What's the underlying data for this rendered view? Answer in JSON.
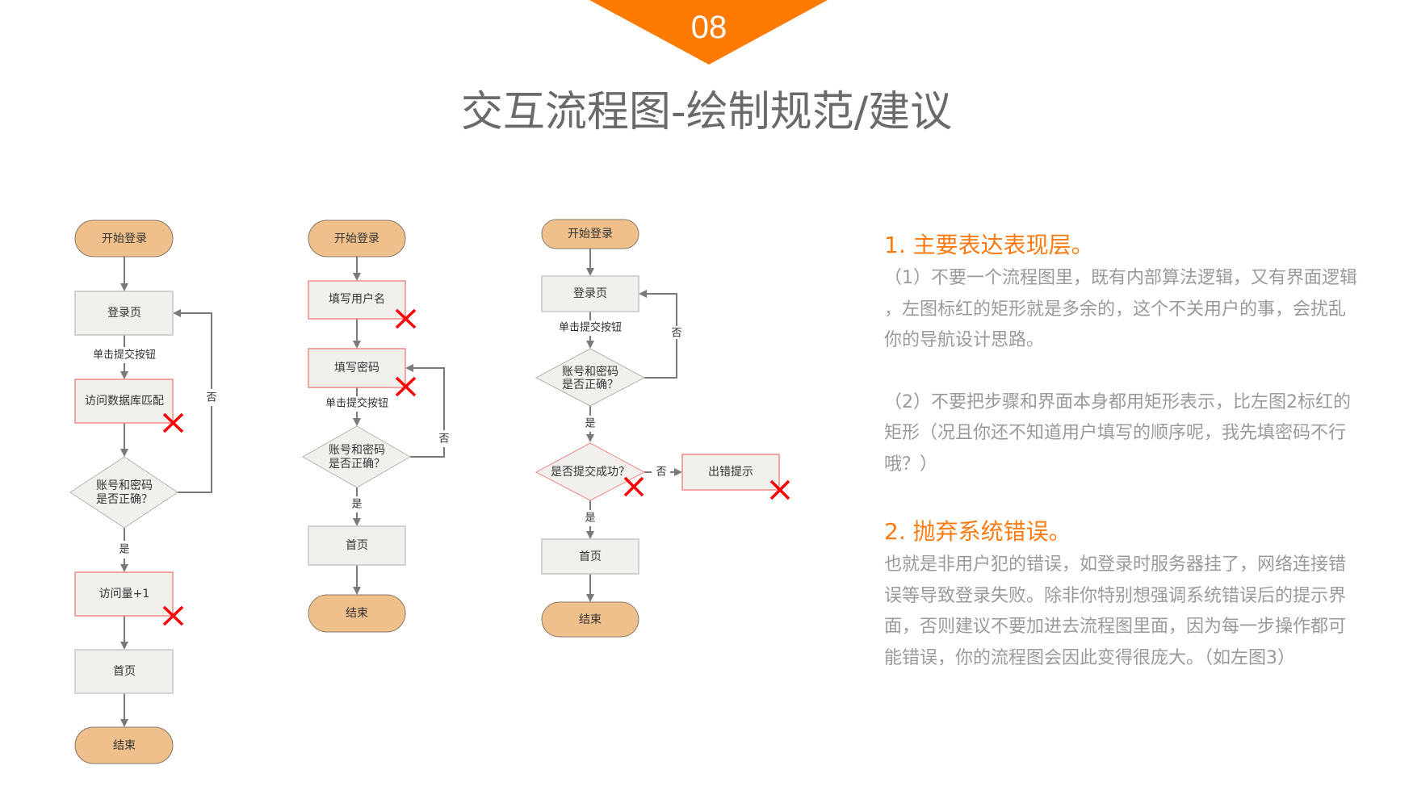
{
  "banner": {
    "number": "08",
    "color": "#ff7a00"
  },
  "title": "交互流程图-绘制规范/建议",
  "colors": {
    "terminal_fill": "#efc08c",
    "terminal_stroke": "#8a7a68",
    "process_fill": "#f2f0ec",
    "process_stroke": "#c8c6c2",
    "flag_stroke": "#f08a8a",
    "cross": "#ff0000",
    "arrow": "#7a7a7a"
  },
  "flowcharts": [
    {
      "id": "chart1",
      "nodes": [
        {
          "id": "start",
          "type": "terminal",
          "label": "开始登录"
        },
        {
          "id": "login",
          "type": "process",
          "label": "登录页"
        },
        {
          "id": "db",
          "type": "process",
          "label": "访问数据库匹配",
          "flagged": true
        },
        {
          "id": "check",
          "type": "decision",
          "label": [
            "账号和密码",
            "是否正确？"
          ]
        },
        {
          "id": "count",
          "type": "process",
          "label": "访问量+1",
          "flagged": true
        },
        {
          "id": "home",
          "type": "process",
          "label": "首页"
        },
        {
          "id": "end",
          "type": "terminal",
          "label": "结束"
        }
      ],
      "edges": [
        {
          "from": "start",
          "to": "login",
          "label": ""
        },
        {
          "from": "login",
          "to": "db",
          "label": "单击提交按钮"
        },
        {
          "from": "db",
          "to": "check",
          "label": ""
        },
        {
          "from": "check",
          "to": "count",
          "label": "是"
        },
        {
          "from": "check",
          "to": "login",
          "label": "否"
        },
        {
          "from": "count",
          "to": "home",
          "label": ""
        },
        {
          "from": "home",
          "to": "end",
          "label": ""
        }
      ]
    },
    {
      "id": "chart2",
      "nodes": [
        {
          "id": "start",
          "type": "terminal",
          "label": "开始登录"
        },
        {
          "id": "user",
          "type": "process",
          "label": "填写用户名",
          "flagged": true
        },
        {
          "id": "pwd",
          "type": "process",
          "label": "填写密码",
          "flagged": true
        },
        {
          "id": "check",
          "type": "decision",
          "label": [
            "账号和密码",
            "是否正确？"
          ]
        },
        {
          "id": "home",
          "type": "process",
          "label": "首页"
        },
        {
          "id": "end",
          "type": "terminal",
          "label": "结束"
        }
      ],
      "edges": [
        {
          "from": "start",
          "to": "user",
          "label": ""
        },
        {
          "from": "user",
          "to": "pwd",
          "label": ""
        },
        {
          "from": "pwd",
          "to": "check",
          "label": "单击提交按钮"
        },
        {
          "from": "check",
          "to": "home",
          "label": "是"
        },
        {
          "from": "check",
          "to": "pwd",
          "label": "否"
        },
        {
          "from": "home",
          "to": "end",
          "label": ""
        }
      ]
    },
    {
      "id": "chart3",
      "nodes": [
        {
          "id": "start",
          "type": "terminal",
          "label": "开始登录"
        },
        {
          "id": "login",
          "type": "process",
          "label": "登录页"
        },
        {
          "id": "check",
          "type": "decision",
          "label": [
            "账号和密码",
            "是否正确？"
          ]
        },
        {
          "id": "submit",
          "type": "decision",
          "label": [
            "是否提交成功？"
          ],
          "flagged": true
        },
        {
          "id": "error",
          "type": "process",
          "label": "出错提示",
          "flagged": true
        },
        {
          "id": "home",
          "type": "process",
          "label": "首页"
        },
        {
          "id": "end",
          "type": "terminal",
          "label": "结束"
        }
      ],
      "edges": [
        {
          "from": "start",
          "to": "login",
          "label": ""
        },
        {
          "from": "login",
          "to": "check",
          "label": "单击提交按钮"
        },
        {
          "from": "check",
          "to": "login",
          "label": "否"
        },
        {
          "from": "check",
          "to": "submit",
          "label": "是"
        },
        {
          "from": "submit",
          "to": "error",
          "label": "否"
        },
        {
          "from": "submit",
          "to": "home",
          "label": "是"
        },
        {
          "from": "home",
          "to": "end",
          "label": ""
        }
      ]
    }
  ],
  "notes": {
    "section1": {
      "heading": "1. 主要表达表现层。",
      "para1_lines": [
        "（1）不要一个流程图里，既有内部算法逻辑，又有界面逻辑",
        "，左图标红的矩形就是多余的，这个不关用户的事，会扰乱",
        "你的导航设计思路。"
      ],
      "para2_lines": [
        "（2）不要把步骤和界面本身都用矩形表示，比左图2标红的",
        "矩形（况且你还不知道用户填写的顺序呢，我先填密码不行",
        "哦？）"
      ]
    },
    "section2": {
      "heading": "2. 抛弃系统错误。",
      "para_lines": [
        "也就是非用户犯的错误，如登录时服务器挂了，网络连接错",
        "误等导致登录失败。除非你特别想强调系统错误后的提示界",
        "面，否则建议不要加进去流程图里面，因为每一步操作都可",
        "能错误，你的流程图会因此变得很庞大。（如左图3）"
      ]
    }
  }
}
